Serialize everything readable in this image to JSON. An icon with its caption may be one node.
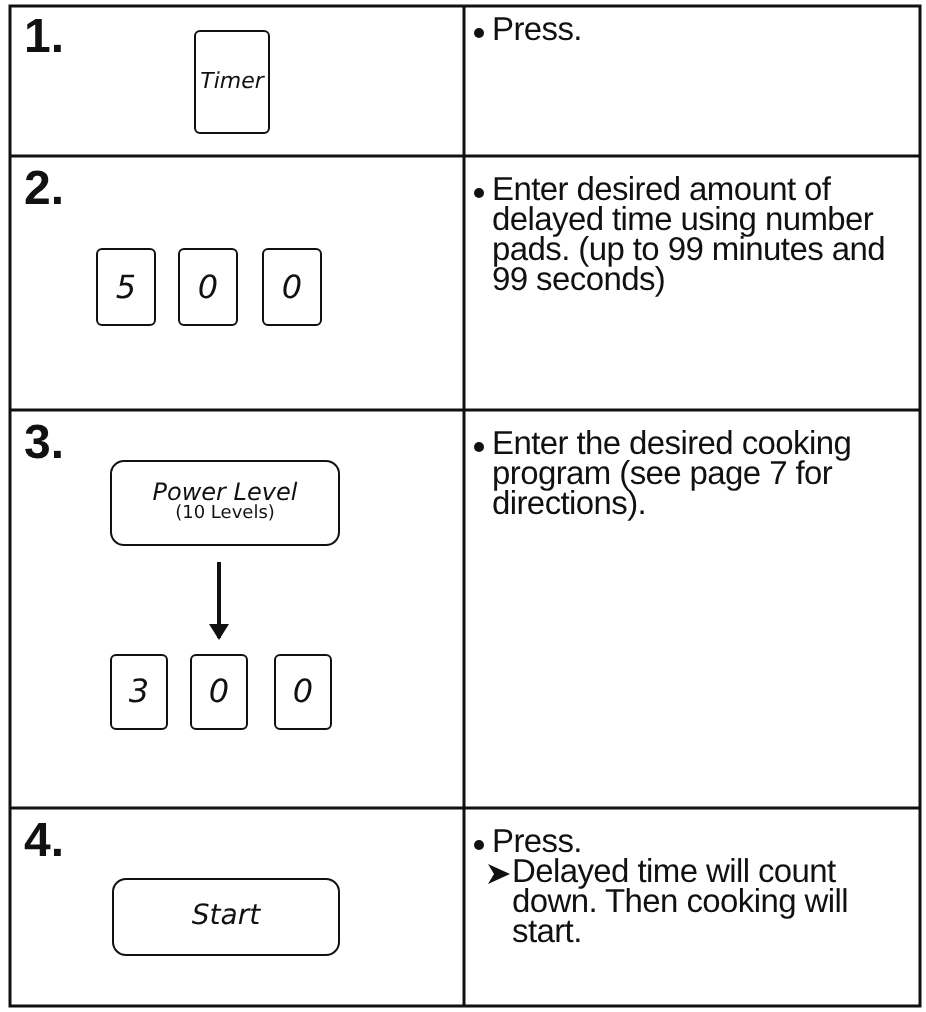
{
  "diagram": {
    "nodes": [
      {
        "text": [
          "Timer"
        ]
      },
      {
        "text": [
          "5"
        ]
      },
      {
        "text": [
          "0"
        ]
      },
      {
        "text": [
          "0"
        ]
      },
      {
        "text": [
          "Power Level",
          "(10 Levels)"
        ]
      },
      {
        "text": [
          "3"
        ]
      },
      {
        "text": [
          "0"
        ]
      },
      {
        "text": [
          "0"
        ]
      },
      {
        "text": [
          "Start"
        ]
      }
    ],
    "edges": [
      {
        "from": 4,
        "to": 6,
        "arrow": "to"
      }
    ],
    "labels": [
      "1.",
      "Press.",
      "2.",
      "Enter desired amount of delayed time using number pads. (up to 99 minutes and 99 seconds)",
      "3.",
      "Enter the desired cooking program (see page 7 for directions).",
      "4.",
      "Press.",
      "Delayed time will count down. Then cooking will start."
    ]
  }
}
